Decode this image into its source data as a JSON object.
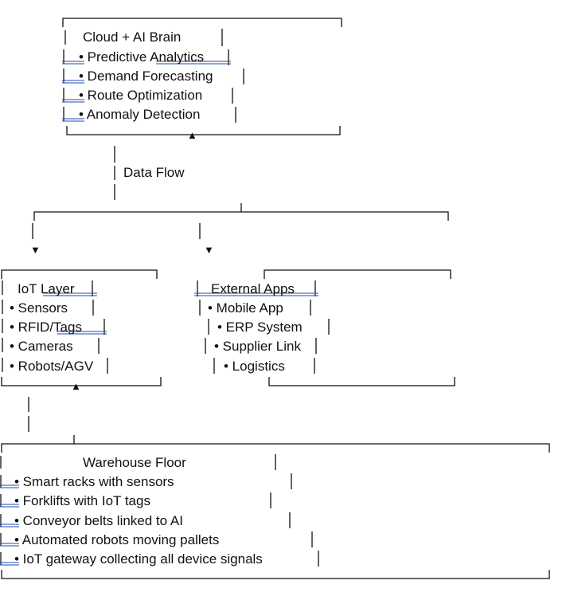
{
  "cloud": {
    "title": "Cloud + AI Brain",
    "items": [
      "• Predictive Analytics",
      "• Demand Forecasting",
      "• Route Optimization",
      "• Anomaly Detection"
    ]
  },
  "flow_label": "Data Flow",
  "iot": {
    "title": "IoT Layer",
    "items": [
      "• Sensors",
      "• RFID/Tags",
      "• Cameras",
      "• Robots/AGV"
    ]
  },
  "external": {
    "title": "External Apps",
    "items": [
      "• Mobile App",
      "• ERP System",
      "• Supplier Link",
      "• Logistics"
    ]
  },
  "warehouse": {
    "title": "Warehouse Floor",
    "items": [
      "• Smart racks with sensors",
      "• Forklifts with IoT tags",
      "• Conveyor belts linked to AI",
      "• Automated robots moving pallets",
      "• IoT gateway collecting all device signals"
    ]
  },
  "glyphs": {
    "up_arrow": "▲",
    "down_arrow": "▼"
  },
  "colors": {
    "line": "#111111",
    "underline_accent": "#1f4bb0"
  }
}
